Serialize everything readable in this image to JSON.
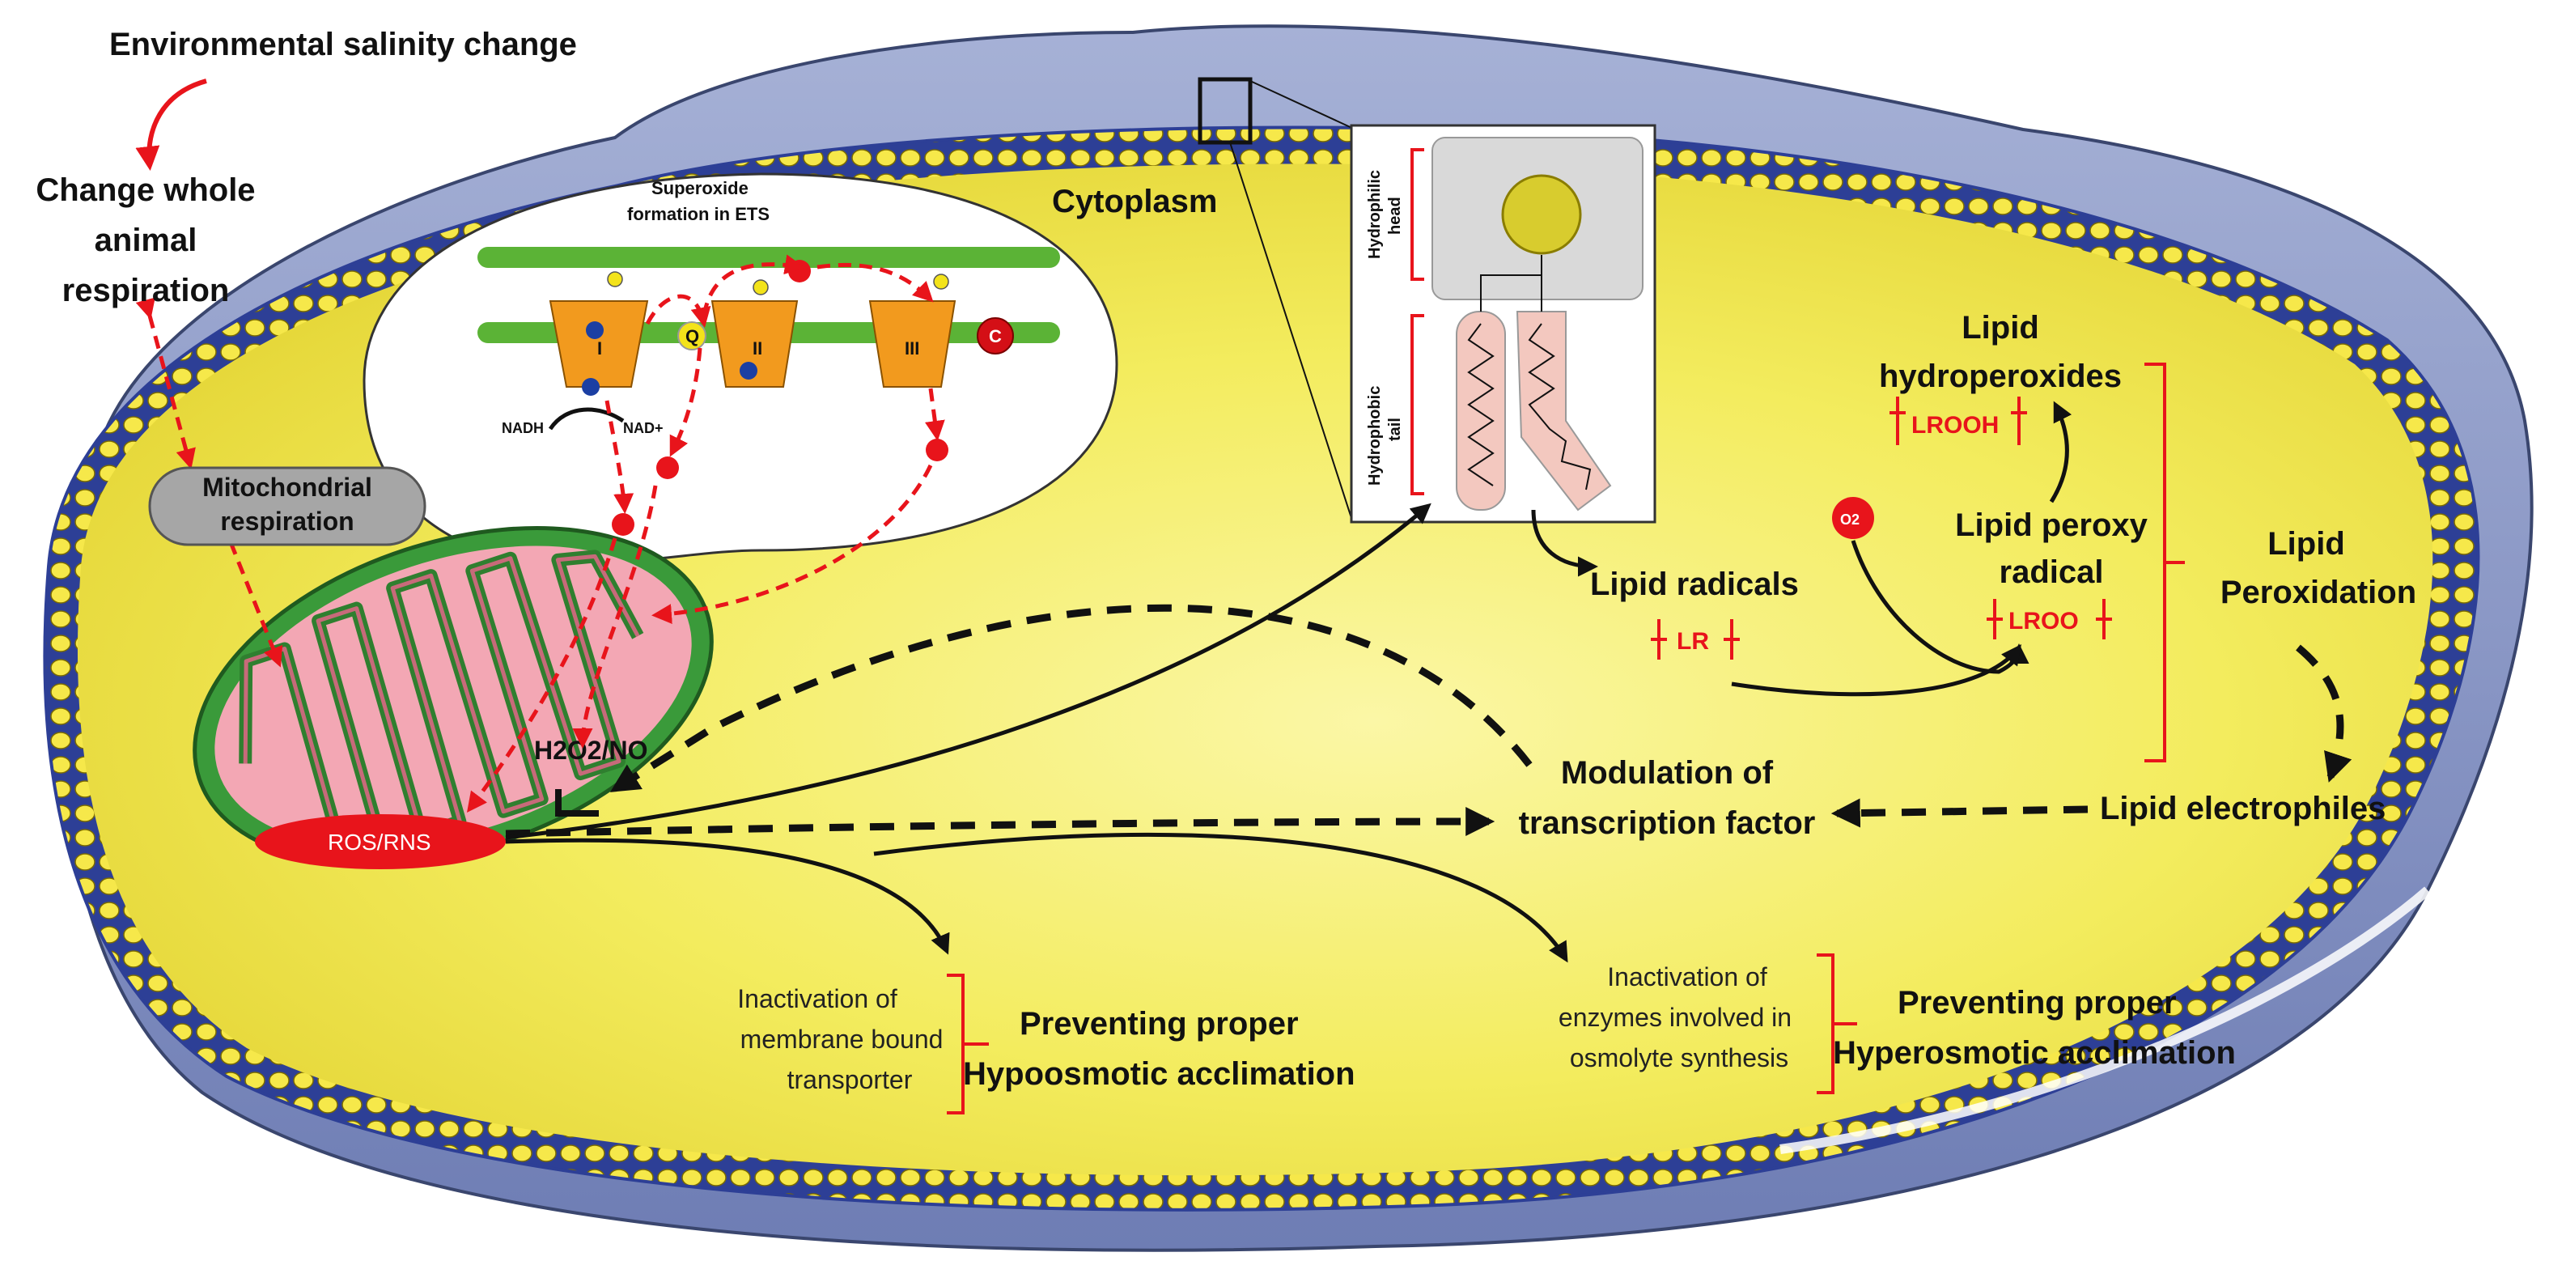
{
  "labels": {
    "env_salinity": "Environmental salinity change",
    "change_whole_1": "Change whole",
    "change_whole_2": "animal",
    "change_whole_3": "respiration",
    "mito_resp_1": "Mitochondrial",
    "mito_resp_2": "respiration",
    "superoxide_1": "Superoxide",
    "superoxide_2": "formation in ETS",
    "nadh": "NADH",
    "nad": "NAD+",
    "complex_1": "I",
    "complex_2": "II",
    "complex_3": "III",
    "q": "Q",
    "c": "C",
    "cytoplasm": "Cytoplasm",
    "hydrophilic_head_1": "Hydrophilic",
    "hydrophilic_head_2": "head",
    "hydrophobic_tail_1": "Hydrophobic",
    "hydrophobic_tail_2": "tail",
    "lipid_hydroperoxides_1": "Lipid",
    "lipid_hydroperoxides_2": "hydroperoxides",
    "lrooh": "LROOH",
    "lipid_peroxy_1": "Lipid peroxy",
    "lipid_peroxy_2": "radical",
    "lroo": "LROO",
    "lipid_radicals": "Lipid radicals",
    "lr": "LR",
    "o2": "O2",
    "lipid_peroxidation_1": "Lipid",
    "lipid_peroxidation_2": "Peroxidation",
    "lipid_electrophiles": "Lipid electrophiles",
    "h2o2_no": "H2O2/NO",
    "ros_rns": "ROS/RNS",
    "modulation_1": "Modulation of",
    "modulation_2": "transcription factor",
    "inact_transporter_1": "Inactivation of",
    "inact_transporter_2": "membrane bound",
    "inact_transporter_3": "transporter",
    "hypo_1": "Preventing proper",
    "hypo_2": "Hypoosmotic acclimation",
    "inact_enzymes_1": "Inactivation of",
    "inact_enzymes_2": "enzymes involved in",
    "inact_enzymes_3": "osmolyte synthesis",
    "hyper_1": "Preventing proper",
    "hyper_2": "Hyperosmotic acclimation"
  },
  "colors": {
    "cell_fill": "#f4ef6e",
    "cell_outer": "#8e9bc7",
    "membrane_bead": "#f6e84a",
    "mito_outer": "#3a9a3a",
    "mito_inner": "#f3a7b4",
    "ros_red": "#e8141b",
    "complex_orange": "#f29a1e",
    "ets_green": "#5bb336"
  }
}
